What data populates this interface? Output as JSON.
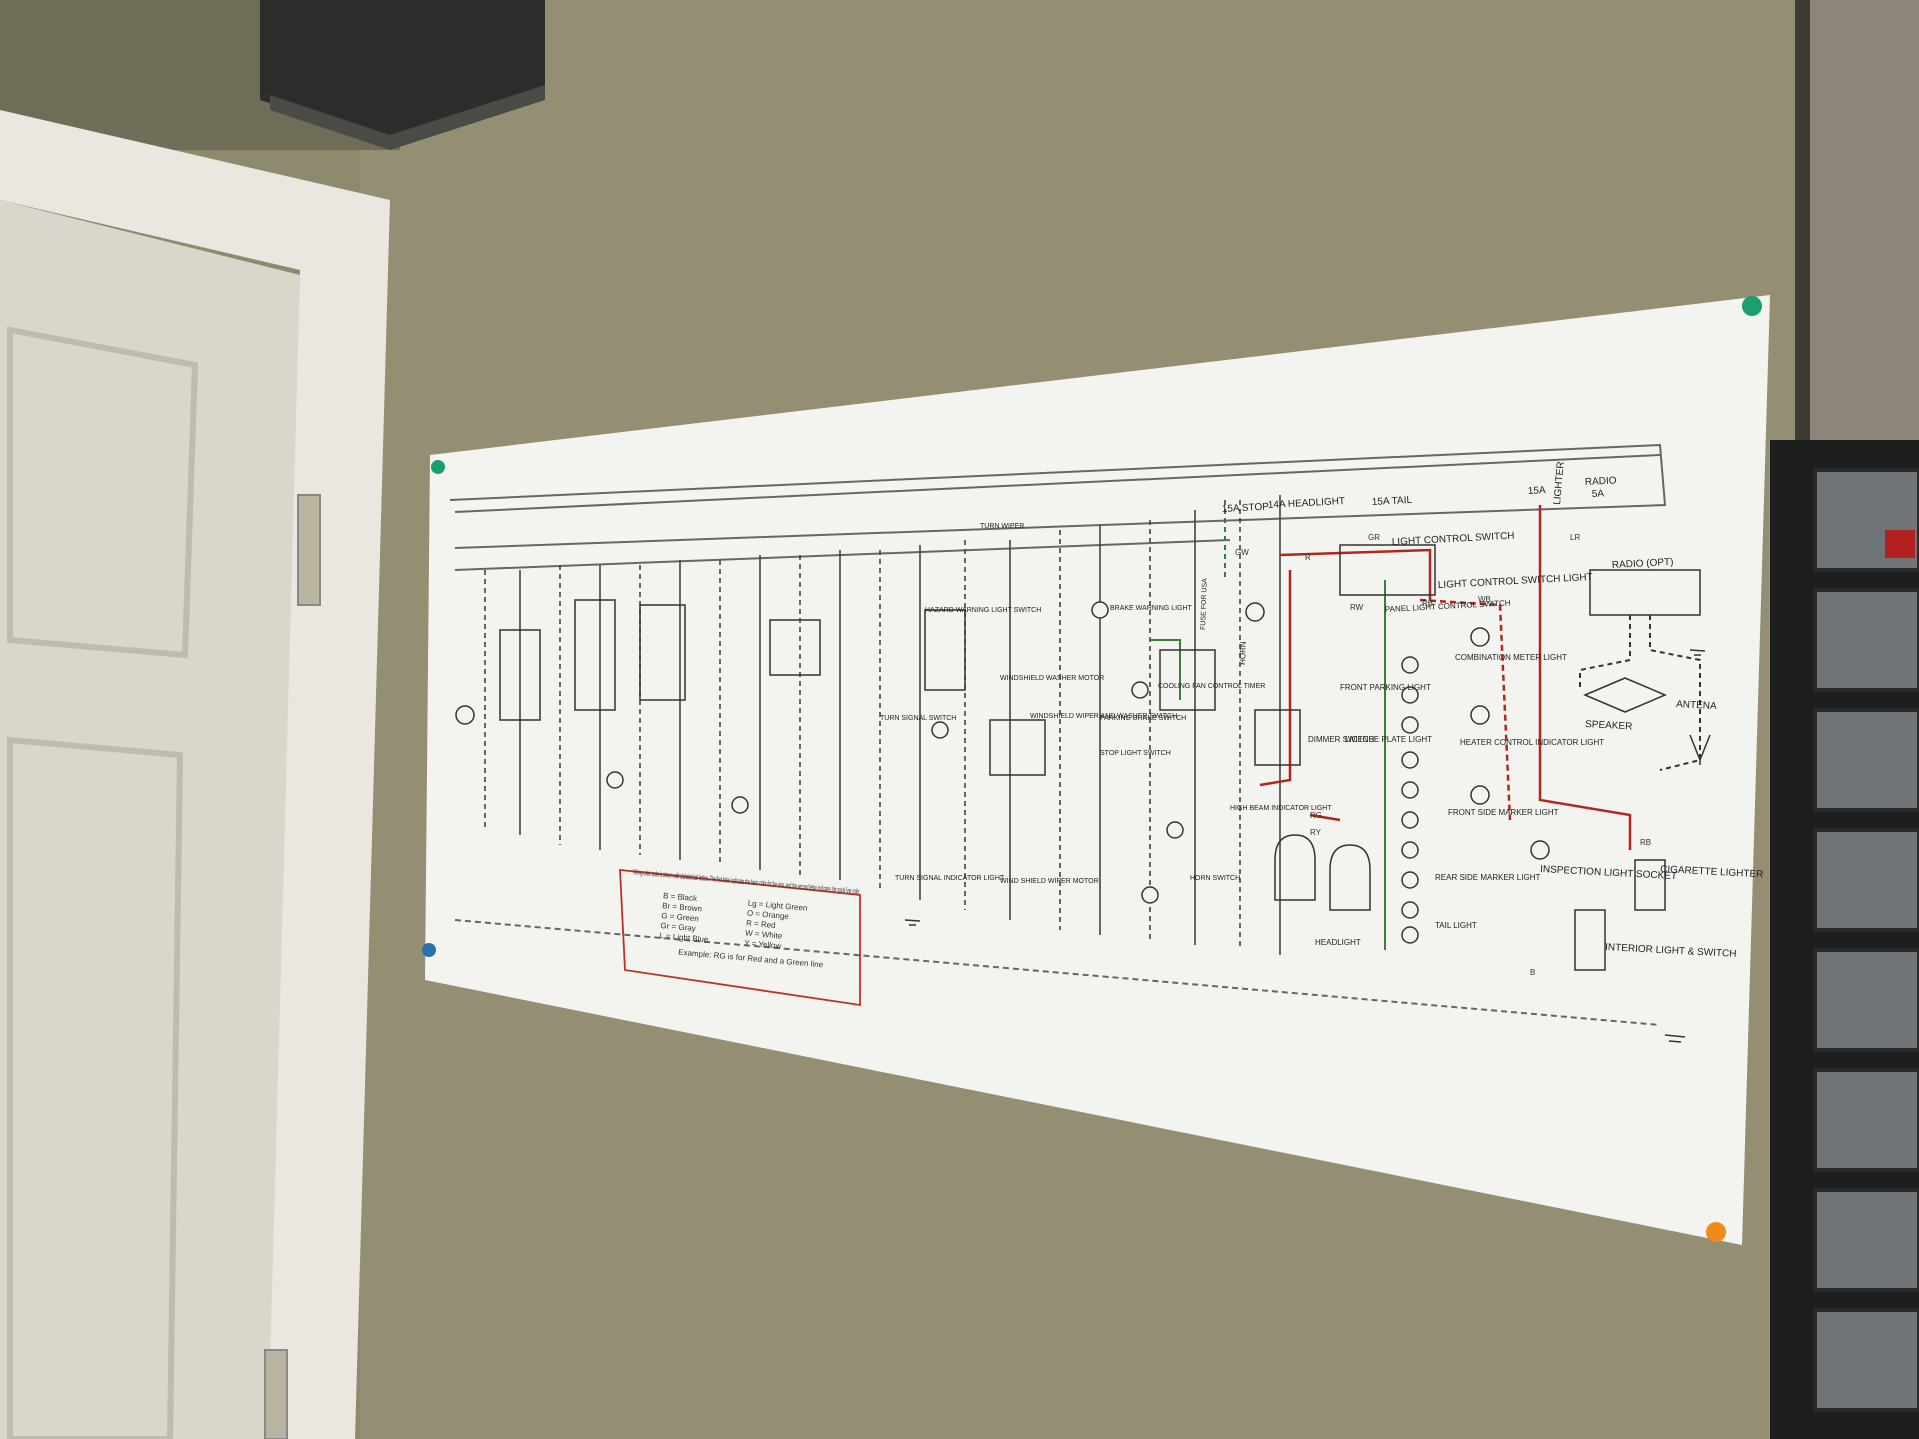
{
  "poster": {
    "radio_section": {
      "title": "RADIO (OPT)",
      "fuse_radio": "15A",
      "radio": "RADIO",
      "radio_amp": "5A",
      "lighter": "LIGHTER",
      "speaker": "SPEAKER",
      "antena": "ANTENA",
      "cigarette_lighter": "CIGARETTE LIGHTER",
      "inspection_light": "INSPECTION LIGHT SOCKET",
      "interior_light": "INTERIOR LIGHT & SWITCH"
    },
    "fuse_labels": {
      "stop": "15A STOP",
      "headlight": "14A HEADLIGHT",
      "tail": "15A TAIL",
      "lighter_fuse": "15A"
    },
    "light_section": {
      "light_control_switch": "LIGHT CONTROL SWITCH",
      "light_control_switch_light": "LIGHT CONTROL SWITCH LIGHT",
      "panel_light_control_switch": "PANEL LIGHT CONTROL SWITCH",
      "combination_meter_light": "COMBINATION METER LIGHT",
      "heater_control_indicator_light": "HEATER CONTROL INDICATOR LIGHT",
      "front_side_marker_light": "FRONT SIDE MARKER LIGHT",
      "rear_side_marker_light": "REAR SIDE MARKER LIGHT",
      "tail_light": "TAIL LIGHT",
      "front_parking_light": "FRONT PARKING LIGHT",
      "license_plate_light": "LICENSE PLATE LIGHT",
      "dimmer_switch": "DIMMER SWITCH",
      "headlight": "HEADLIGHT",
      "horn": "HORN",
      "horn_switch": "HORN SWITCH",
      "high_beam_indicator": "HIGH BEAM INDICATOR LIGHT",
      "cooling_fan_timer": "COOLING FAN CONTROL TIMER",
      "brake_warning_light": "BRAKE WARNING LIGHT",
      "parking_brake_switch": "PARKING BRAKE SWITCH",
      "stop_light_switch": "STOP LIGHT SWITCH",
      "turn_wiper": "TURN WIPER",
      "windshield_washer_motor": "WINDSHIELD WASHER MOTOR",
      "windshield_wiper_washer_switch": "WINDSHIELD WIPER AND WASHER SWITCH",
      "windshield_wiper_motor": "WIND SHIELD WIPER MOTOR",
      "hazard_switch": "HAZARD WARNING LIGHT SWITCH",
      "turn_signal_switch": "TURN SIGNAL SWITCH",
      "turn_signal_indicator": "TURN SIGNAL INDICATOR LIGHT",
      "fuse_for_usa": "FUSE FOR USA",
      "horn_relay": "HORN"
    },
    "legend": {
      "intro": "Wiring color code is shown with alphabetical letters. The first letter indicates the basic color for the wire, and the second letter indicates the spiral line color.",
      "left_codes": [
        "B = Black",
        "Br = Brown",
        "G = Green",
        "Gr = Gray",
        "L = Light Blue"
      ],
      "right_codes": [
        "Lg = Light Green",
        "O = Orange",
        "R = Red",
        "W = White",
        "Y = Yellow"
      ],
      "example": "Example: RG is for Red and a Green line"
    },
    "wire_codes": [
      "GR",
      "R",
      "RB",
      "WB",
      "RW",
      "RY",
      "RG",
      "GW",
      "LR",
      "RB",
      "B"
    ]
  },
  "colors": {
    "wall": "#8f8b6f",
    "paper": "#f4f4f0",
    "door": "#dedcd0",
    "red_wire": "#b3261e",
    "green_wire": "#3d7a3d",
    "pin_green": "#1aa06a",
    "pin_orange": "#f08a1a",
    "pin_blue": "#2a6fb0"
  }
}
